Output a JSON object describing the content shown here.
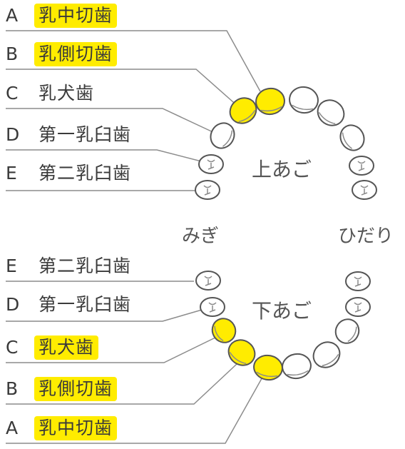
{
  "colors": {
    "highlight": "#ffec00",
    "line": "#8c8c8c",
    "tooth_fill": "#ffffff",
    "tooth_stroke": "#555555",
    "text": "#3a3a3a"
  },
  "upper_labels": [
    {
      "letter": "A",
      "name": "乳中切歯",
      "highlighted": true
    },
    {
      "letter": "B",
      "name": "乳側切歯",
      "highlighted": true
    },
    {
      "letter": "C",
      "name": "乳犬歯",
      "highlighted": false
    },
    {
      "letter": "D",
      "name": "第一乳臼歯",
      "highlighted": false
    },
    {
      "letter": "E",
      "name": "第二乳臼歯",
      "highlighted": false
    }
  ],
  "lower_labels": [
    {
      "letter": "E",
      "name": "第二乳臼歯",
      "highlighted": false
    },
    {
      "letter": "D",
      "name": "第一乳臼歯",
      "highlighted": false
    },
    {
      "letter": "C",
      "name": "乳犬歯",
      "highlighted": true
    },
    {
      "letter": "B",
      "name": "乳側切歯",
      "highlighted": true
    },
    {
      "letter": "A",
      "name": "乳中切歯",
      "highlighted": true
    }
  ],
  "upper_jaw": "上あご",
  "lower_jaw": "下あご",
  "right_side": "みぎ",
  "left_side": "ひだり"
}
